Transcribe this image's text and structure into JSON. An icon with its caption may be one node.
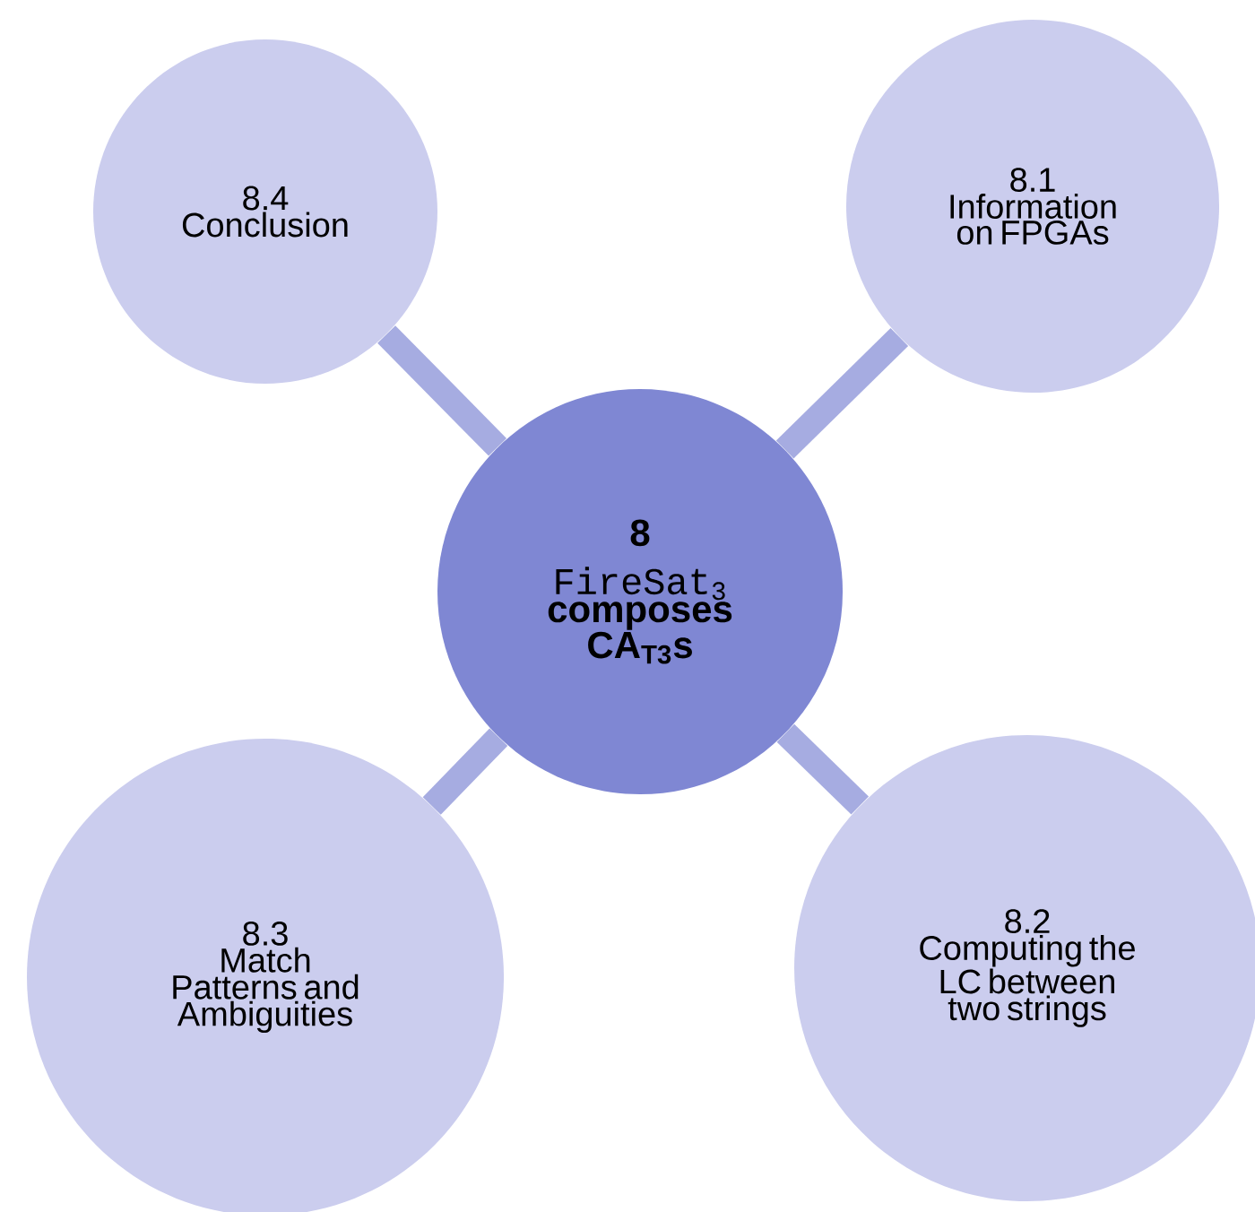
{
  "diagram": {
    "nodes": [
      {
        "text": [
          "8",
          "FireSat$_{3}$",
          "composes CA$_{T3}$s"
        ]
      },
      {
        "text": [
          "8.4",
          "Conclusion"
        ]
      },
      {
        "text": [
          "8.1",
          "Information on FPGAs"
        ]
      },
      {
        "text": [
          "8.3",
          "Match Patterns and Ambiguities"
        ]
      },
      {
        "text": [
          "8.2",
          "Computing the LC between two strings"
        ]
      }
    ],
    "edges": [
      {
        "from": 0,
        "to": 1,
        "arrow": "none"
      },
      {
        "from": 0,
        "to": 2,
        "arrow": "none"
      },
      {
        "from": 0,
        "to": 3,
        "arrow": "none"
      },
      {
        "from": 0,
        "to": 4,
        "arrow": "none"
      }
    ]
  }
}
